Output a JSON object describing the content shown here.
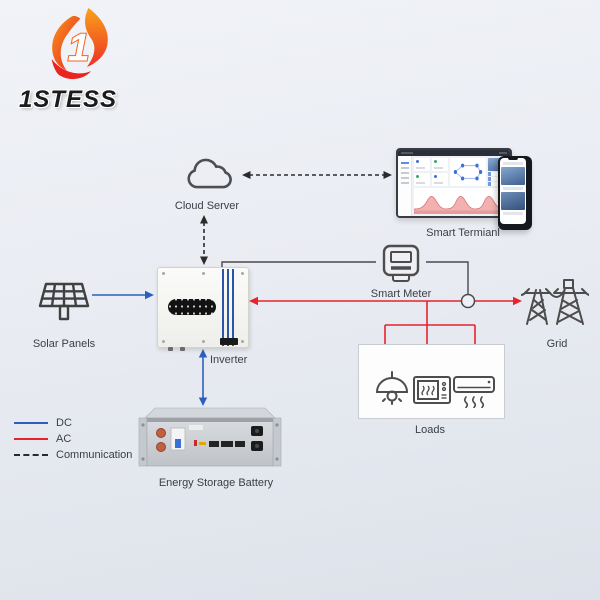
{
  "brand": {
    "name": "1STESS"
  },
  "nodes": {
    "cloud_server": {
      "label": "Cloud Server"
    },
    "smart_terminal": {
      "label": "Smart Termianl"
    },
    "smart_meter": {
      "label": "Smart Meter"
    },
    "solar_panels": {
      "label": "Solar Panels"
    },
    "inverter": {
      "label": "Inverter"
    },
    "grid": {
      "label": "Grid"
    },
    "loads": {
      "label": "Loads"
    },
    "battery": {
      "label": "Energy Storage Battery"
    }
  },
  "legend": {
    "items": [
      {
        "label": "DC",
        "color": "#2e5fc0",
        "style": "solid"
      },
      {
        "label": "AC",
        "color": "#e8232d",
        "style": "solid"
      },
      {
        "label": "Communication",
        "color": "#2b2b2b",
        "style": "dashed"
      }
    ]
  },
  "colors": {
    "dc_line": "#2e5fc0",
    "ac_line": "#e8232d",
    "comm_line": "#2b2b2b",
    "icon_stroke": "#4d4d4d",
    "background": "#e9ecf2",
    "logo_orange": "#f7941d",
    "logo_red": "#ee3124"
  }
}
